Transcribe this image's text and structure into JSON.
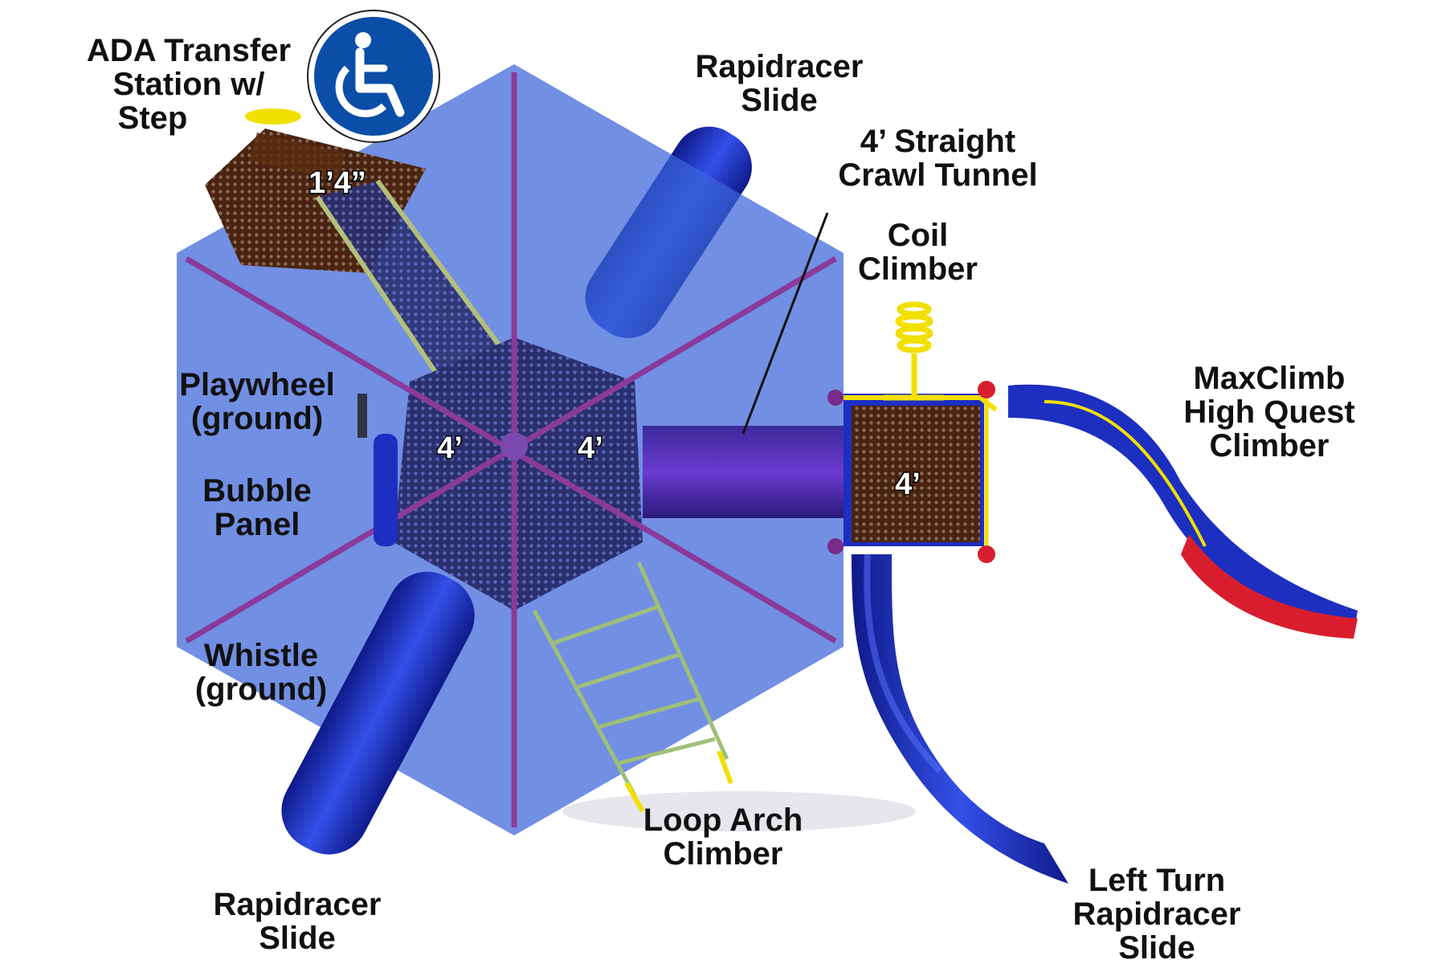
{
  "labels": {
    "ada_transfer": [
      "ADA Transfer",
      "Station w/",
      "Step"
    ],
    "rapidracer_top": [
      "Rapidracer",
      "Slide"
    ],
    "crawl_tunnel": [
      "4’ Straight",
      "Crawl Tunnel"
    ],
    "coil_climber": [
      "Coil",
      "Climber"
    ],
    "playwheel": [
      "Playwheel",
      "(ground)"
    ],
    "bubble_panel": [
      "Bubble",
      "Panel"
    ],
    "maxclimb": [
      "MaxClimb",
      "High Quest",
      "Climber"
    ],
    "whistle": [
      "Whistle",
      "(ground)"
    ],
    "loop_arch": [
      "Loop Arch",
      "Climber"
    ],
    "rapidracer_bottom": [
      "Rapidracer",
      "Slide"
    ],
    "left_turn": [
      "Left Turn",
      "Rapidracer",
      "Slide"
    ]
  },
  "dimensions": {
    "step_height": "1’4”",
    "hex_deck_left": "4’",
    "hex_deck_right": "4’",
    "square_deck": "4’"
  },
  "icons": [
    "wheelchair-accessibility-icon"
  ],
  "colors": {
    "roof_blue": "#3a64d8",
    "slide_blue": "#1c2fb8",
    "roof_support_purple": "#8a3a9a",
    "accent_yellow": "#f2e000",
    "climber_red": "#d81e2e",
    "step_brown": "#5b2e12",
    "ada_badge_blue": "#0a4ea8"
  }
}
